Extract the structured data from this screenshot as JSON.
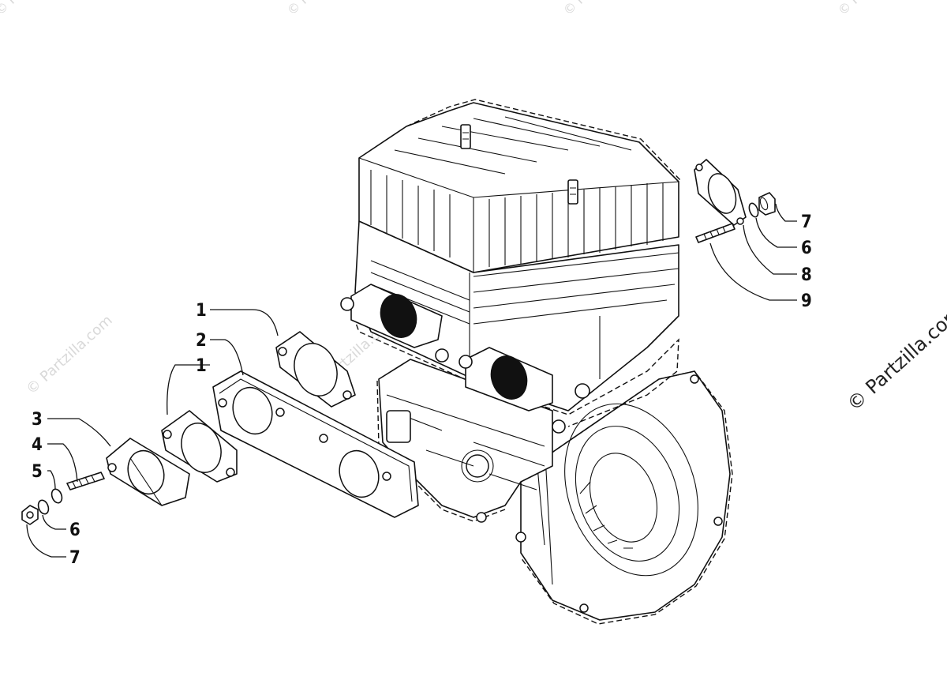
{
  "diagram": {
    "callouts": [
      {
        "id": "c1a",
        "label": "1"
      },
      {
        "id": "c2",
        "label": "2"
      },
      {
        "id": "c1b",
        "label": "1"
      },
      {
        "id": "c3",
        "label": "3"
      },
      {
        "id": "c4",
        "label": "4"
      },
      {
        "id": "c5",
        "label": "5"
      },
      {
        "id": "c6a",
        "label": "6"
      },
      {
        "id": "c7a",
        "label": "7"
      },
      {
        "id": "c7b",
        "label": "7"
      },
      {
        "id": "c6b",
        "label": "6"
      },
      {
        "id": "c8",
        "label": "8"
      },
      {
        "id": "c9",
        "label": "9"
      }
    ]
  },
  "watermark": {
    "text": "© Partzilla.com",
    "credit": "© Partzilla.com"
  },
  "colors": {
    "line": "#111111",
    "background": "#ffffff",
    "watermark": "#d9d9d9"
  }
}
